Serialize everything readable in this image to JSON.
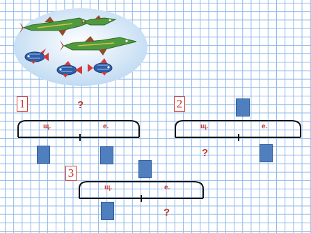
{
  "schemes": [
    {
      "number": "1",
      "label_left": "щ.",
      "label_right": "е.",
      "question": "?"
    },
    {
      "number": "2",
      "label_left": "щ.",
      "label_right": "е.",
      "question": "?"
    },
    {
      "number": "3",
      "label_left": "щ.",
      "label_right": "е.",
      "question": "?"
    }
  ],
  "illustration": {
    "pikes": 3,
    "perches": 3
  },
  "colors": {
    "accent": "#c0392b",
    "square": "#4f7fbf",
    "grid": "#8fb8e8",
    "pond": "#cfe3f6"
  }
}
